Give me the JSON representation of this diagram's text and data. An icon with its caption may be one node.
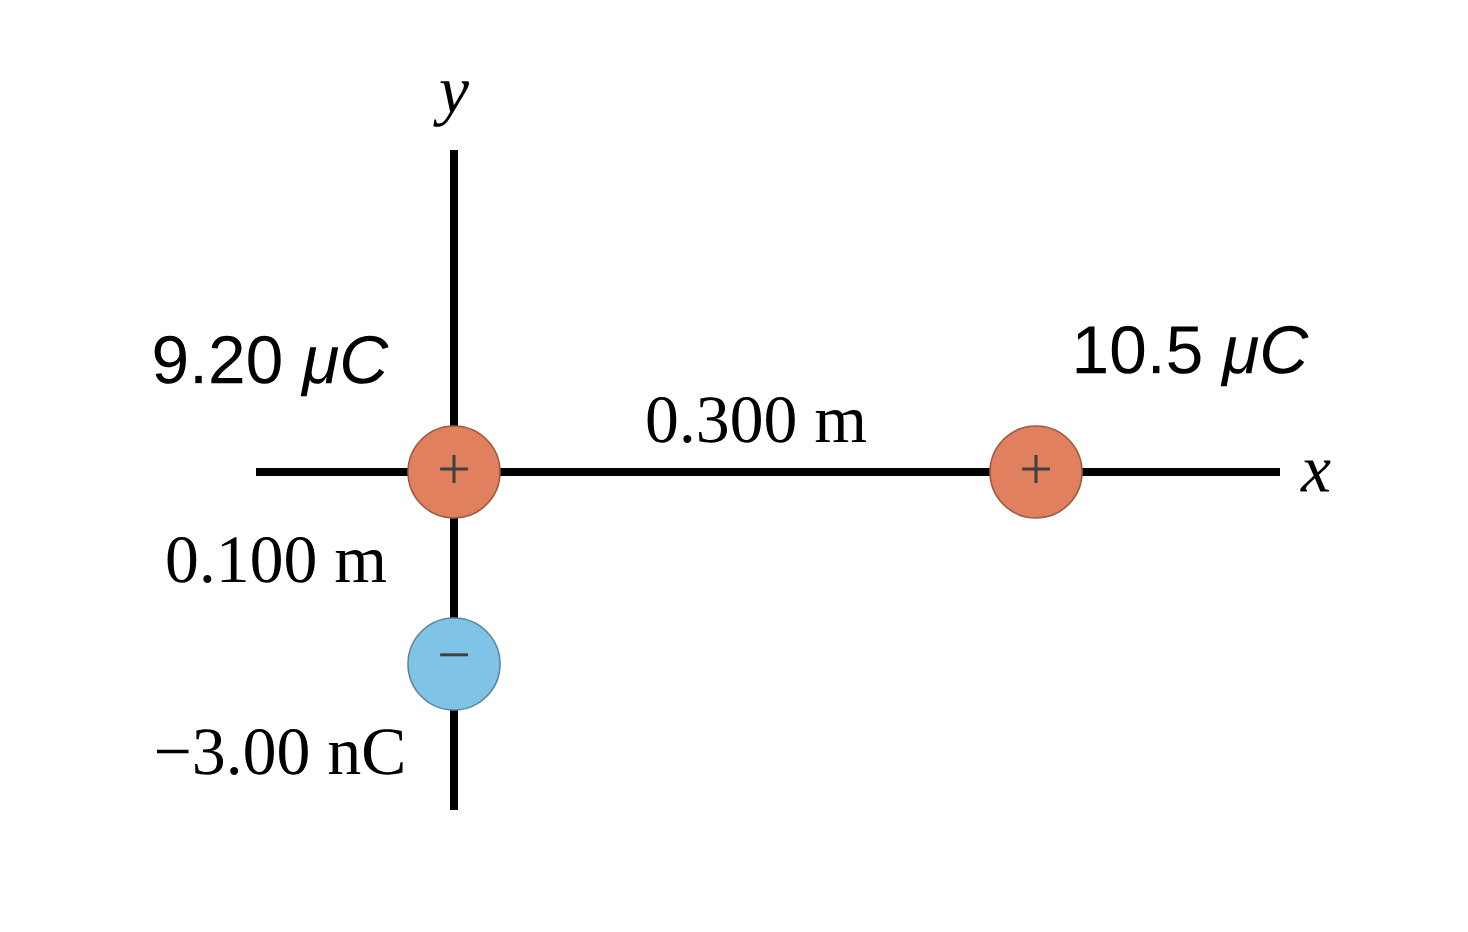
{
  "diagram": {
    "nodes": [
      {
        "text": [
          "+"
        ],
        "beside": [
          "9.20 *μC*"
        ]
      },
      {
        "text": [
          "+"
        ],
        "beside": [
          "10.5 *μC*"
        ]
      },
      {
        "text": [
          "−"
        ],
        "beside": [
          "−3.00 nC"
        ]
      }
    ],
    "labels": [
      "*y*",
      "*x*",
      "0.300 m",
      "0.100 m"
    ]
  }
}
